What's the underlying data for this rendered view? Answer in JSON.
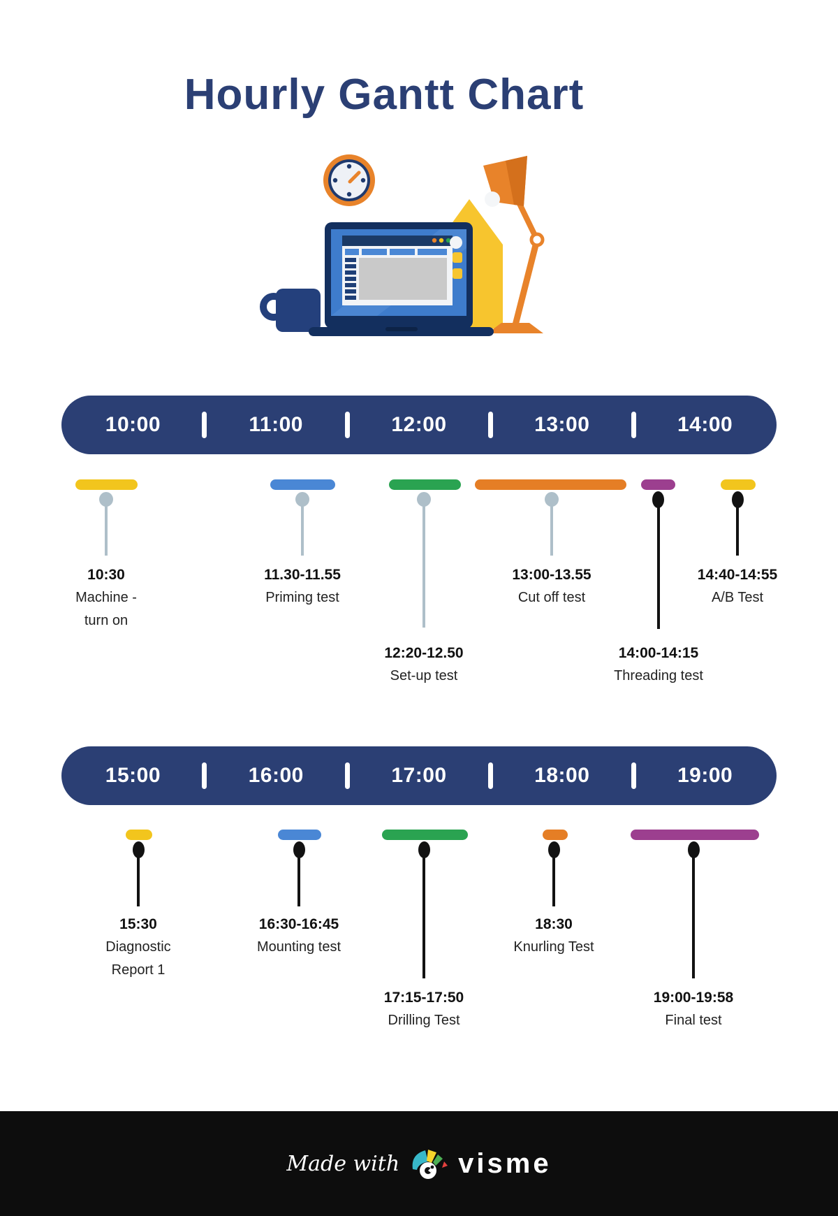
{
  "title": "Hourly Gantt Chart",
  "colors": {
    "navy": "#2b3f74",
    "yellow": "#f2c51d",
    "blue": "#4a87d5",
    "green": "#2aa351",
    "orange": "#e57e25",
    "purple": "#9c3f8f",
    "gray_pin": "#aebfc9",
    "black_pin": "#121212",
    "footer_bg": "#0d0d0d"
  },
  "illustration": {
    "items": [
      "wall-clock",
      "laptop-with-gantt-screen",
      "desk-lamp",
      "coffee-mug",
      "yellow-folder"
    ]
  },
  "chart_data": {
    "type": "bar",
    "subtype": "hourly-gantt-timeline",
    "title": "Hourly Gantt Chart",
    "legend_position": "none",
    "grid": false,
    "rows": [
      {
        "ticks": [
          "10:00",
          "11:00",
          "12:00",
          "13:00",
          "14:00"
        ],
        "tasks": [
          {
            "time": "10:30",
            "label_lines": [
              "Machine -",
              "turn on"
            ],
            "color": "#f2c51d",
            "pin": "gray"
          },
          {
            "time": "11.30-11.55",
            "label_lines": [
              "Priming test"
            ],
            "color": "#4a87d5",
            "pin": "gray"
          },
          {
            "time": "12:20-12.50",
            "label_lines": [
              "Set-up test"
            ],
            "color": "#2aa351",
            "pin": "gray"
          },
          {
            "time": "13:00-13.55",
            "label_lines": [
              "Cut off test"
            ],
            "color": "#e57e25",
            "pin": "gray"
          },
          {
            "time": "14:00-14:15",
            "label_lines": [
              "Threading test"
            ],
            "color": "#9c3f8f",
            "pin": "black"
          },
          {
            "time": "14:40-14:55",
            "label_lines": [
              "A/B Test"
            ],
            "color": "#f2c51d",
            "pin": "black"
          }
        ]
      },
      {
        "ticks": [
          "15:00",
          "16:00",
          "17:00",
          "18:00",
          "19:00"
        ],
        "tasks": [
          {
            "time": "15:30",
            "label_lines": [
              "Diagnostic",
              "Report 1"
            ],
            "color": "#f2c51d",
            "pin": "black"
          },
          {
            "time": "16:30-16:45",
            "label_lines": [
              "Mounting test"
            ],
            "color": "#4a87d5",
            "pin": "black"
          },
          {
            "time": "17:15-17:50",
            "label_lines": [
              "Drilling Test"
            ],
            "color": "#2aa351",
            "pin": "black"
          },
          {
            "time": "18:30",
            "label_lines": [
              "Knurling Test"
            ],
            "color": "#e57e25",
            "pin": "black"
          },
          {
            "time": "19:00-19:58",
            "label_lines": [
              "Final test"
            ],
            "color": "#9c3f8f",
            "pin": "black"
          }
        ]
      }
    ]
  },
  "footer": {
    "made_with_label": "Made with",
    "brand_name": "visme"
  }
}
